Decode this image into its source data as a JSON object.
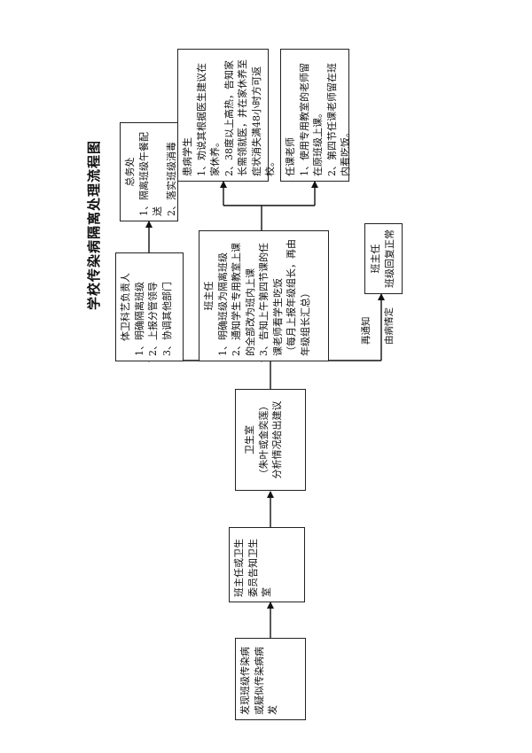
{
  "title": "学校传染病隔离处理流程图",
  "boxes": {
    "discover": "发现班级传染病或疑似传染病病发",
    "report": "班主任或卫生委员告知卫生室",
    "clinic": {
      "title": "卫生室",
      "names": "（朱叶或金奕莲）",
      "line": "分析情况给出建议"
    },
    "health_officer": {
      "title": "体卫科艺负责人",
      "items": [
        "1、明确隔离班级",
        "2、上报分管领导",
        "3、协调其他部门"
      ]
    },
    "general_affairs": {
      "title": "总务处",
      "items": [
        "1、隔离班级午餐配送",
        "2、落实班级消毒"
      ]
    },
    "teacher": {
      "title": "班主任",
      "items": [
        "1、明确班级为隔离班级",
        "2、通知学生专用教室上课的全部改为班内上课",
        "3、告知上午第四节课的任课老师看学生吃饭",
        "（每月上报年级组长，再由年级组长汇总）"
      ]
    },
    "sick_student": {
      "title": "患病学生",
      "items": [
        "1、劝说其根据医生建议在家休养。",
        "2、38度以上高热，告知家长需领就医，并在家休养至症状消失满48小时方可返校。"
      ]
    },
    "subject_teacher": {
      "title": "任课老师",
      "items": [
        "1、使用专用教室的老师留在原班级上课。",
        "2、第四节任课老师留在班内看吃饭。"
      ]
    },
    "recover": {
      "title": "班主任",
      "line": "班级回复正常"
    }
  },
  "notes": {
    "reinform": "再通知",
    "cured": "由病情定"
  }
}
